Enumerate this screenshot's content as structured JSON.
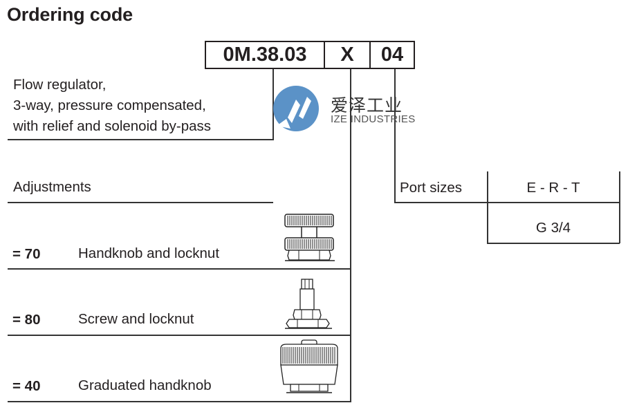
{
  "title": "Ordering code",
  "ordering_code": {
    "base": "0M.38.03",
    "adjustment_placeholder": "X",
    "port_size_code": "04"
  },
  "description": {
    "lines": [
      "Flow regulator,",
      "3-way, pressure compensated,",
      "with relief and solenoid by-pass"
    ]
  },
  "watermark": {
    "icon": "ize-logo-icon",
    "brand_cn": "爱泽工业",
    "brand_en": "IZE INDUSTRIES",
    "color": "#4a86c5"
  },
  "adjustments": {
    "heading": "Adjustments",
    "items": [
      {
        "code": "= 70",
        "label": "Handknob and locknut",
        "icon": "handknob-locknut-icon"
      },
      {
        "code": "= 80",
        "label": "Screw and locknut",
        "icon": "screw-locknut-icon"
      },
      {
        "code": "= 40",
        "label": "Graduated handknob",
        "icon": "graduated-handknob-icon"
      }
    ]
  },
  "port_sizes": {
    "heading": "Port sizes",
    "column_header": "E - R - T",
    "value": "G 3/4"
  }
}
